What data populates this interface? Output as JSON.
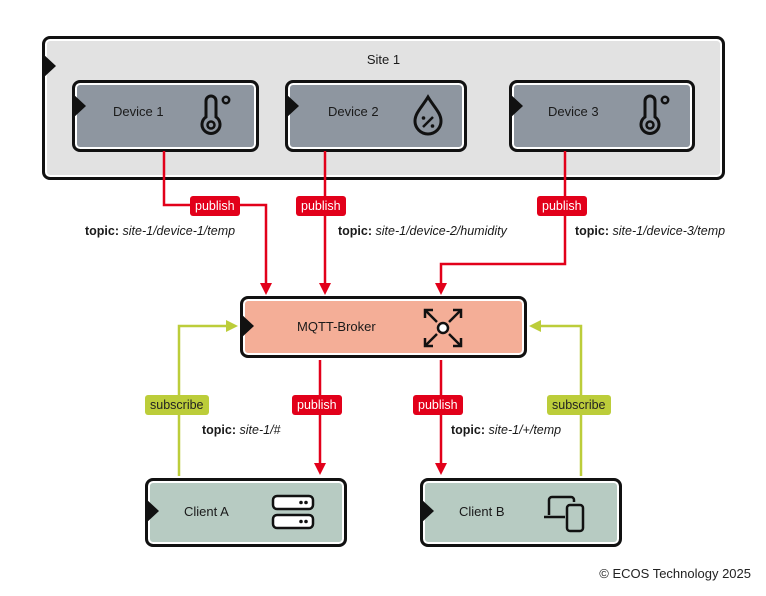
{
  "site": {
    "title": "Site 1"
  },
  "devices": [
    {
      "name": "Device 1",
      "icon": "thermometer-icon",
      "topic_prefix": "topic:",
      "topic": "site-1/device-1/temp",
      "action": "publish"
    },
    {
      "name": "Device 2",
      "icon": "humidity-drop-icon",
      "topic_prefix": "topic:",
      "topic": "site-1/device-2/humidity",
      "action": "publish"
    },
    {
      "name": "Device 3",
      "icon": "thermometer-icon",
      "topic_prefix": "topic:",
      "topic": "site-1/device-3/temp",
      "action": "publish"
    }
  ],
  "broker": {
    "name": "MQTT-Broker",
    "icon": "distribute-arrows-icon"
  },
  "clients": [
    {
      "name": "Client A",
      "icon": "server-icon",
      "subscribe_label": "subscribe",
      "publish_label": "publish",
      "topic_prefix": "topic:",
      "topic": "site-1/#"
    },
    {
      "name": "Client B",
      "icon": "devices-icon",
      "subscribe_label": "subscribe",
      "publish_label": "publish",
      "topic_prefix": "topic:",
      "topic": "site-1/+/temp"
    }
  ],
  "colors": {
    "publish": "#e2001a",
    "subscribe": "#bccd3a",
    "device_fill": "#8e96a0",
    "broker_fill": "#f4ae97",
    "client_fill": "#b7cbc2",
    "site_fill": "#e2e2e2"
  },
  "footer": {
    "copyright": "© ECOS Technology 2025"
  }
}
